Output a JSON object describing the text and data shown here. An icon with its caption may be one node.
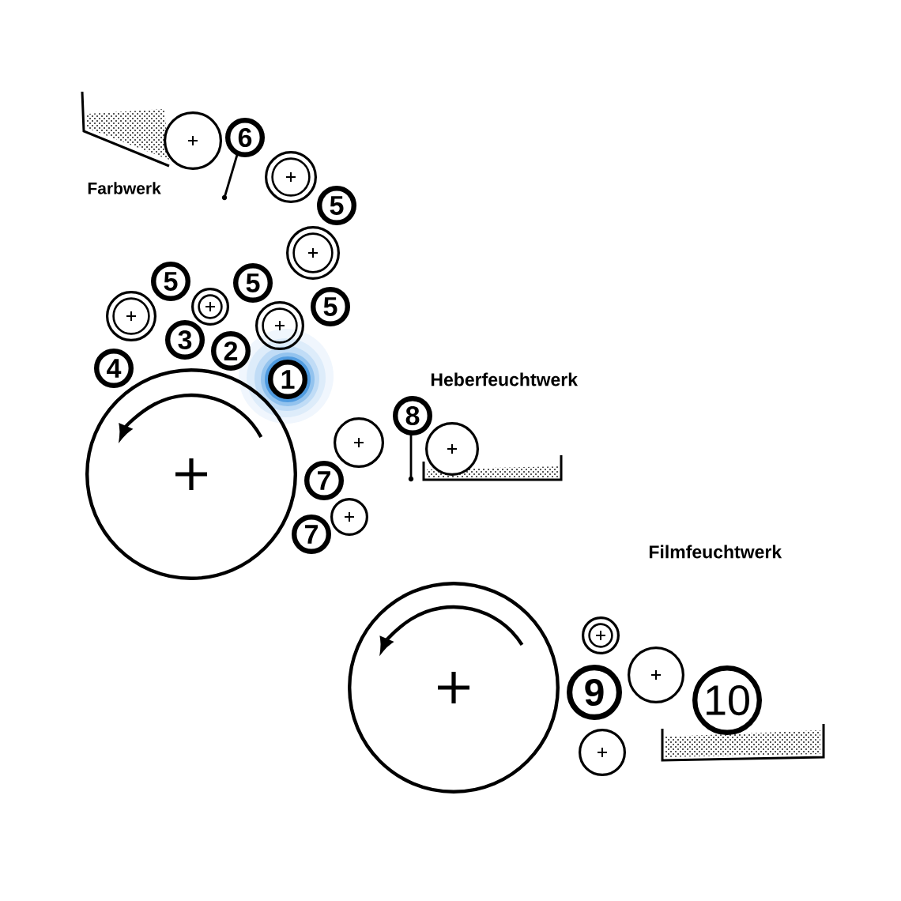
{
  "diagram": {
    "nodes": [
      {
        "text": [],
        "shape": "circle"
      },
      {
        "text": [
          "6"
        ]
      },
      {
        "text": [],
        "shape": "circle"
      },
      {
        "text": [
          "5"
        ]
      },
      {
        "text": [],
        "shape": "circle"
      },
      {
        "text": [
          "5"
        ]
      },
      {
        "text": [
          "5"
        ]
      },
      {
        "text": [
          "5"
        ]
      },
      {
        "text": [],
        "shape": "circle"
      },
      {
        "text": [],
        "shape": "circle"
      },
      {
        "text": [],
        "shape": "circle"
      },
      {
        "text": [
          "3"
        ]
      },
      {
        "text": [
          "2"
        ]
      },
      {
        "text": [
          "4"
        ]
      },
      {
        "text": [
          "1"
        ]
      },
      {
        "text": [
          "8"
        ]
      },
      {
        "text": [],
        "shape": "circle"
      },
      {
        "text": [],
        "shape": "circle"
      },
      {
        "text": [],
        "shape": "circle"
      },
      {
        "text": [
          "7"
        ]
      },
      {
        "text": [],
        "shape": "circle"
      },
      {
        "text": [
          "7"
        ]
      },
      {
        "text": [],
        "shape": "circle"
      },
      {
        "text": [],
        "shape": "circle"
      },
      {
        "text": [],
        "shape": "circle"
      },
      {
        "text": [
          "9"
        ]
      },
      {
        "text": [
          "10"
        ]
      },
      {
        "text": [],
        "shape": "circle"
      }
    ],
    "labels": [
      "Farbwerk",
      "Heberfeuchtwerk",
      "Filmfeuchtwerk"
    ]
  }
}
